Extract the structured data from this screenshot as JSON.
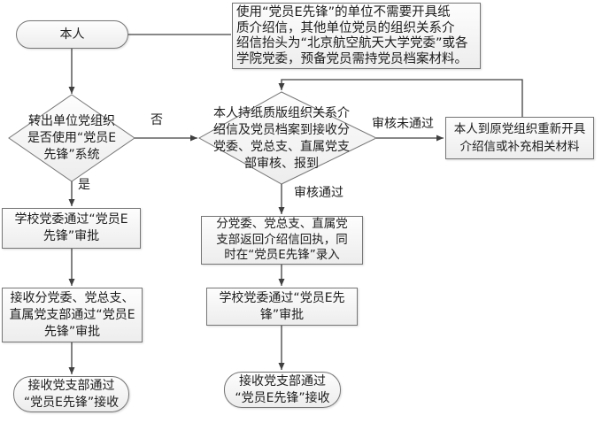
{
  "diagram": {
    "title_hint": "党员组织关系转入流程图",
    "colors": {
      "background": "#ffffff",
      "node_border": "#767676",
      "node_fill_top": "#fdfdfd",
      "node_fill_bottom": "#ededed",
      "connector": "#404040",
      "text": "#1c1c1c"
    },
    "nodes": {
      "start": {
        "label": "本人"
      },
      "note": {
        "label": "使用“党员E先锋”的单位不需要开具纸\n质介绍信，其他单位党员的组织关系介\n绍信抬头为“北京航空航天大学党委”或各\n学院党委，预备党员需持党员档案材料。"
      },
      "decision_transfer_unit": {
        "label": "转出单位党组织\n是否使用“党员E\n先锋”系统"
      },
      "school_committee_left": {
        "label": "学校党委通过“党员E\n先锋”审批"
      },
      "receive_branch_approve": {
        "label": "接收分党委、党总支、\n直属党支部通过“党员E\n先锋”审批"
      },
      "end_left": {
        "label": "接收党支部通过\n“党员E先锋”接收"
      },
      "decision_review": {
        "label": "本人持纸质版组织关系介\n绍信及党员档案到接收分\n党委、党总支、直属党支\n部审核、报到"
      },
      "return_receipt": {
        "label": "分党委、党总支、直属党\n支部返回介绍信回执，同\n时在“党员E先锋”录入"
      },
      "school_committee_mid": {
        "label": "学校党委通过“党员E先\n锋”审批"
      },
      "end_mid": {
        "label": "接收党支部通过\n“党员E先锋”接收"
      },
      "reissue_letter": {
        "label": "本人到原党组织重新开具\n介绍信或补充相关材料"
      }
    },
    "edge_labels": {
      "no": "否",
      "yes": "是",
      "review_pass": "审核通过",
      "review_fail": "审核未通过"
    }
  }
}
